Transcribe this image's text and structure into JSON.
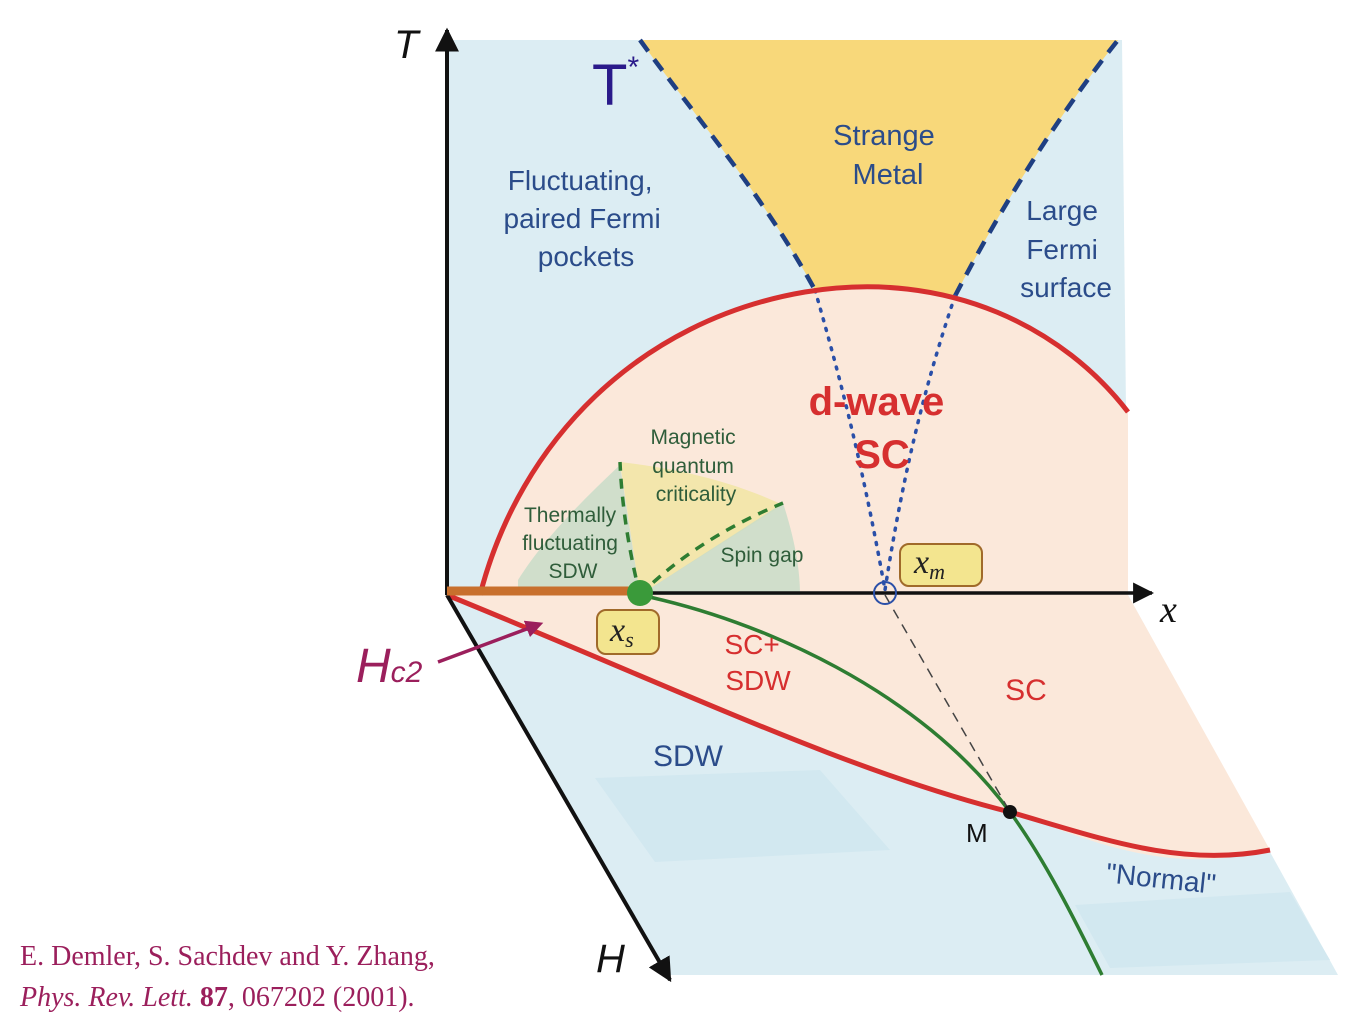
{
  "axes": {
    "t_label": "T",
    "x_label": "x",
    "h_label": "H"
  },
  "lines": {
    "t_star_base": "T",
    "t_star_sup": "*",
    "hc2_base": "H",
    "hc2_sub": "c2"
  },
  "regions": {
    "fluctuating": [
      "Fluctuating,",
      "paired Fermi",
      "pockets"
    ],
    "strange_metal": [
      "Strange",
      "Metal"
    ],
    "large_fermi": [
      "Large",
      "Fermi",
      "surface"
    ],
    "dwave": [
      "d-wave",
      "SC"
    ],
    "magnetic_qc": [
      "Magnetic",
      "quantum",
      "criticality"
    ],
    "thermally": [
      "Thermally",
      "fluctuating",
      "SDW"
    ],
    "spin_gap": "Spin gap",
    "sc_sdw": [
      "SC+",
      "SDW"
    ],
    "sc": "SC",
    "sdw": "SDW",
    "normal": "\"Normal\""
  },
  "points": {
    "xs_base": "x",
    "xs_sub": "s",
    "xm_base": "x",
    "xm_sub": "m",
    "m_label": "M"
  },
  "citation": {
    "authors": "E. Demler, S. Sachdev and Y. Zhang,",
    "journal": "Phys. Rev. Lett.",
    "volume": "87",
    "rest": ", 067202 (2001)."
  },
  "colors": {
    "background_blue": "#dcedf3",
    "strange_metal_fill": "#f8d87a",
    "sc_fill": "#fbe8da",
    "red_line": "#d62f2f",
    "green_line": "#2e7d32",
    "dashed_blue": "#1f3f82",
    "text_blue": "#2b4c8a",
    "text_green": "#2f5d3a",
    "text_red": "#d62f2f",
    "tstar_color": "#2a1a8a",
    "hc2_color": "#9b1f5c",
    "hc2_bar": "#c8702d",
    "label_box_fill": "#f3e58f",
    "label_box_stroke": "#a06a2a"
  }
}
